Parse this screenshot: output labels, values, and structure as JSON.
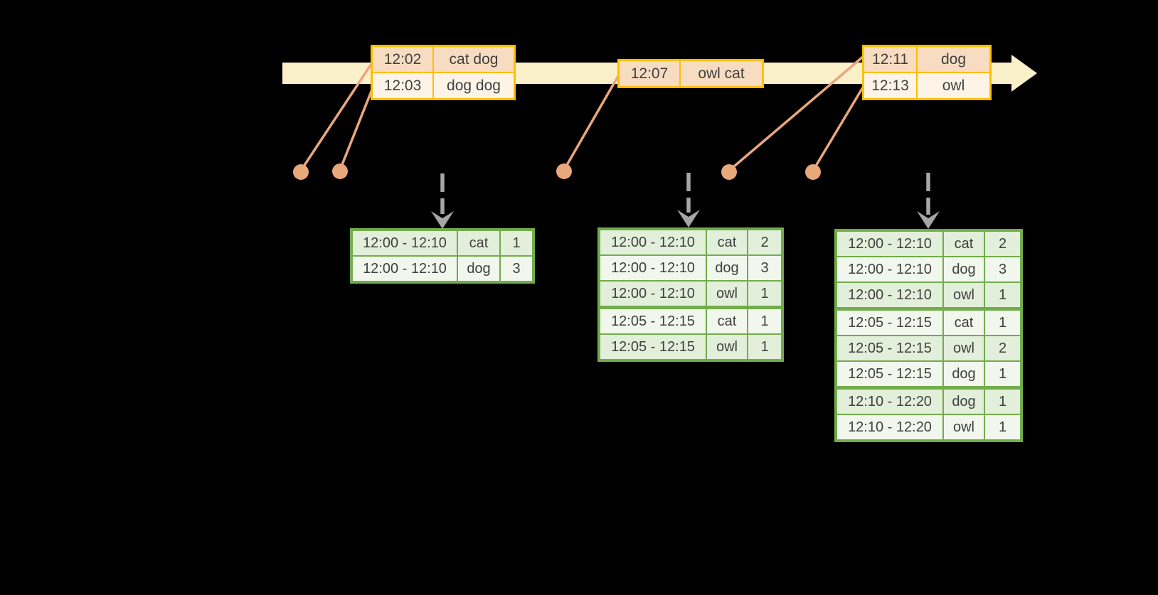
{
  "colors": {
    "background": "#000000",
    "timeline_fill": "#FAF0C9",
    "event_border": "#FFBE00",
    "event_row_dark": "#F8DCC1",
    "event_row_light": "#FDF4E7",
    "connector": "#E9A77C",
    "trigger_arrow": "#A6A6A6",
    "result_border": "#72AC4B",
    "result_row_dark": "#E2EFDA",
    "result_row_light": "#F1F7ED",
    "text": "#404040"
  },
  "event_tables": [
    {
      "rows": [
        {
          "time": "12:02",
          "words": "cat dog"
        },
        {
          "time": "12:03",
          "words": "dog dog"
        }
      ]
    },
    {
      "rows": [
        {
          "time": "12:07",
          "words": "owl cat"
        }
      ]
    },
    {
      "rows": [
        {
          "time": "12:11",
          "words": "dog"
        },
        {
          "time": "12:13",
          "words": "owl"
        }
      ]
    }
  ],
  "result_tables": [
    {
      "rows": [
        {
          "window": "12:00 - 12:10",
          "word": "cat",
          "count": "1"
        },
        {
          "window": "12:00 - 12:10",
          "word": "dog",
          "count": "3"
        }
      ]
    },
    {
      "rows": [
        {
          "window": "12:00 - 12:10",
          "word": "cat",
          "count": "2"
        },
        {
          "window": "12:00 - 12:10",
          "word": "dog",
          "count": "3"
        },
        {
          "window": "12:00 - 12:10",
          "word": "owl",
          "count": "1"
        },
        {
          "window": "12:05 - 12:15",
          "word": "cat",
          "count": "1"
        },
        {
          "window": "12:05 - 12:15",
          "word": "owl",
          "count": "1"
        }
      ]
    },
    {
      "rows": [
        {
          "window": "12:00 - 12:10",
          "word": "cat",
          "count": "2"
        },
        {
          "window": "12:00 - 12:10",
          "word": "dog",
          "count": "3"
        },
        {
          "window": "12:00 - 12:10",
          "word": "owl",
          "count": "1"
        },
        {
          "window": "12:05 - 12:15",
          "word": "cat",
          "count": "1"
        },
        {
          "window": "12:05 - 12:15",
          "word": "owl",
          "count": "2"
        },
        {
          "window": "12:05 - 12:15",
          "word": "dog",
          "count": "1"
        },
        {
          "window": "12:10 - 12:20",
          "word": "dog",
          "count": "1"
        },
        {
          "window": "12:10 - 12:20",
          "word": "owl",
          "count": "1"
        }
      ]
    }
  ]
}
